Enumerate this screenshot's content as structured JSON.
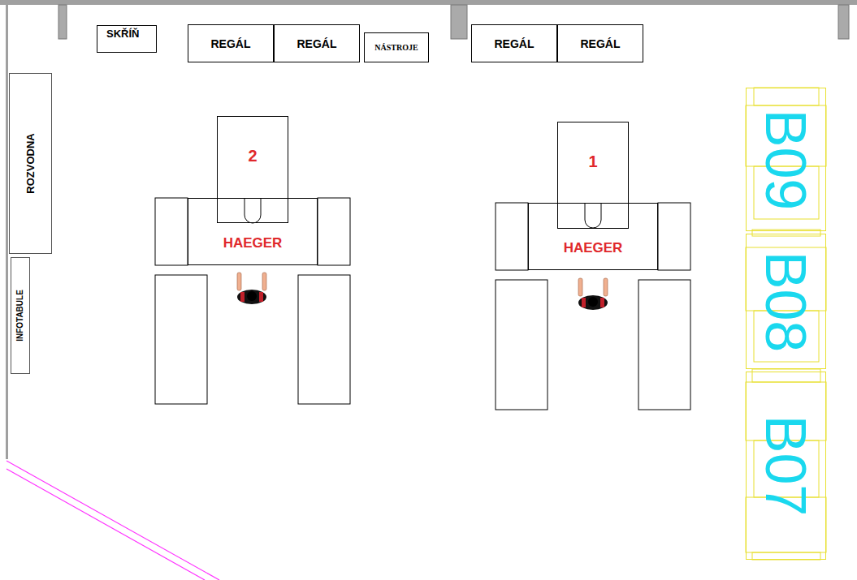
{
  "diagram": {
    "nodes": [
      {
        "text": [
          "SKŘÍŇ"
        ]
      },
      {
        "text": [
          "REGÁL"
        ]
      },
      {
        "text": [
          "REGÁL"
        ]
      },
      {
        "text": [
          "NÁSTROJE"
        ]
      },
      {
        "text": [
          "REGÁL"
        ]
      },
      {
        "text": [
          "REGÁL"
        ]
      },
      {
        "text": [
          "ROZVODNA"
        ]
      },
      {
        "text": [
          "INFOTABULE"
        ]
      },
      {
        "text": [
          "2"
        ]
      },
      {
        "text": [
          "HAEGER"
        ]
      },
      {
        "text": [
          "1"
        ]
      },
      {
        "text": [
          "HAEGER"
        ]
      },
      {
        "text": [
          "B09"
        ]
      },
      {
        "text": [
          "B08"
        ]
      },
      {
        "text": [
          "B07"
        ]
      }
    ]
  }
}
